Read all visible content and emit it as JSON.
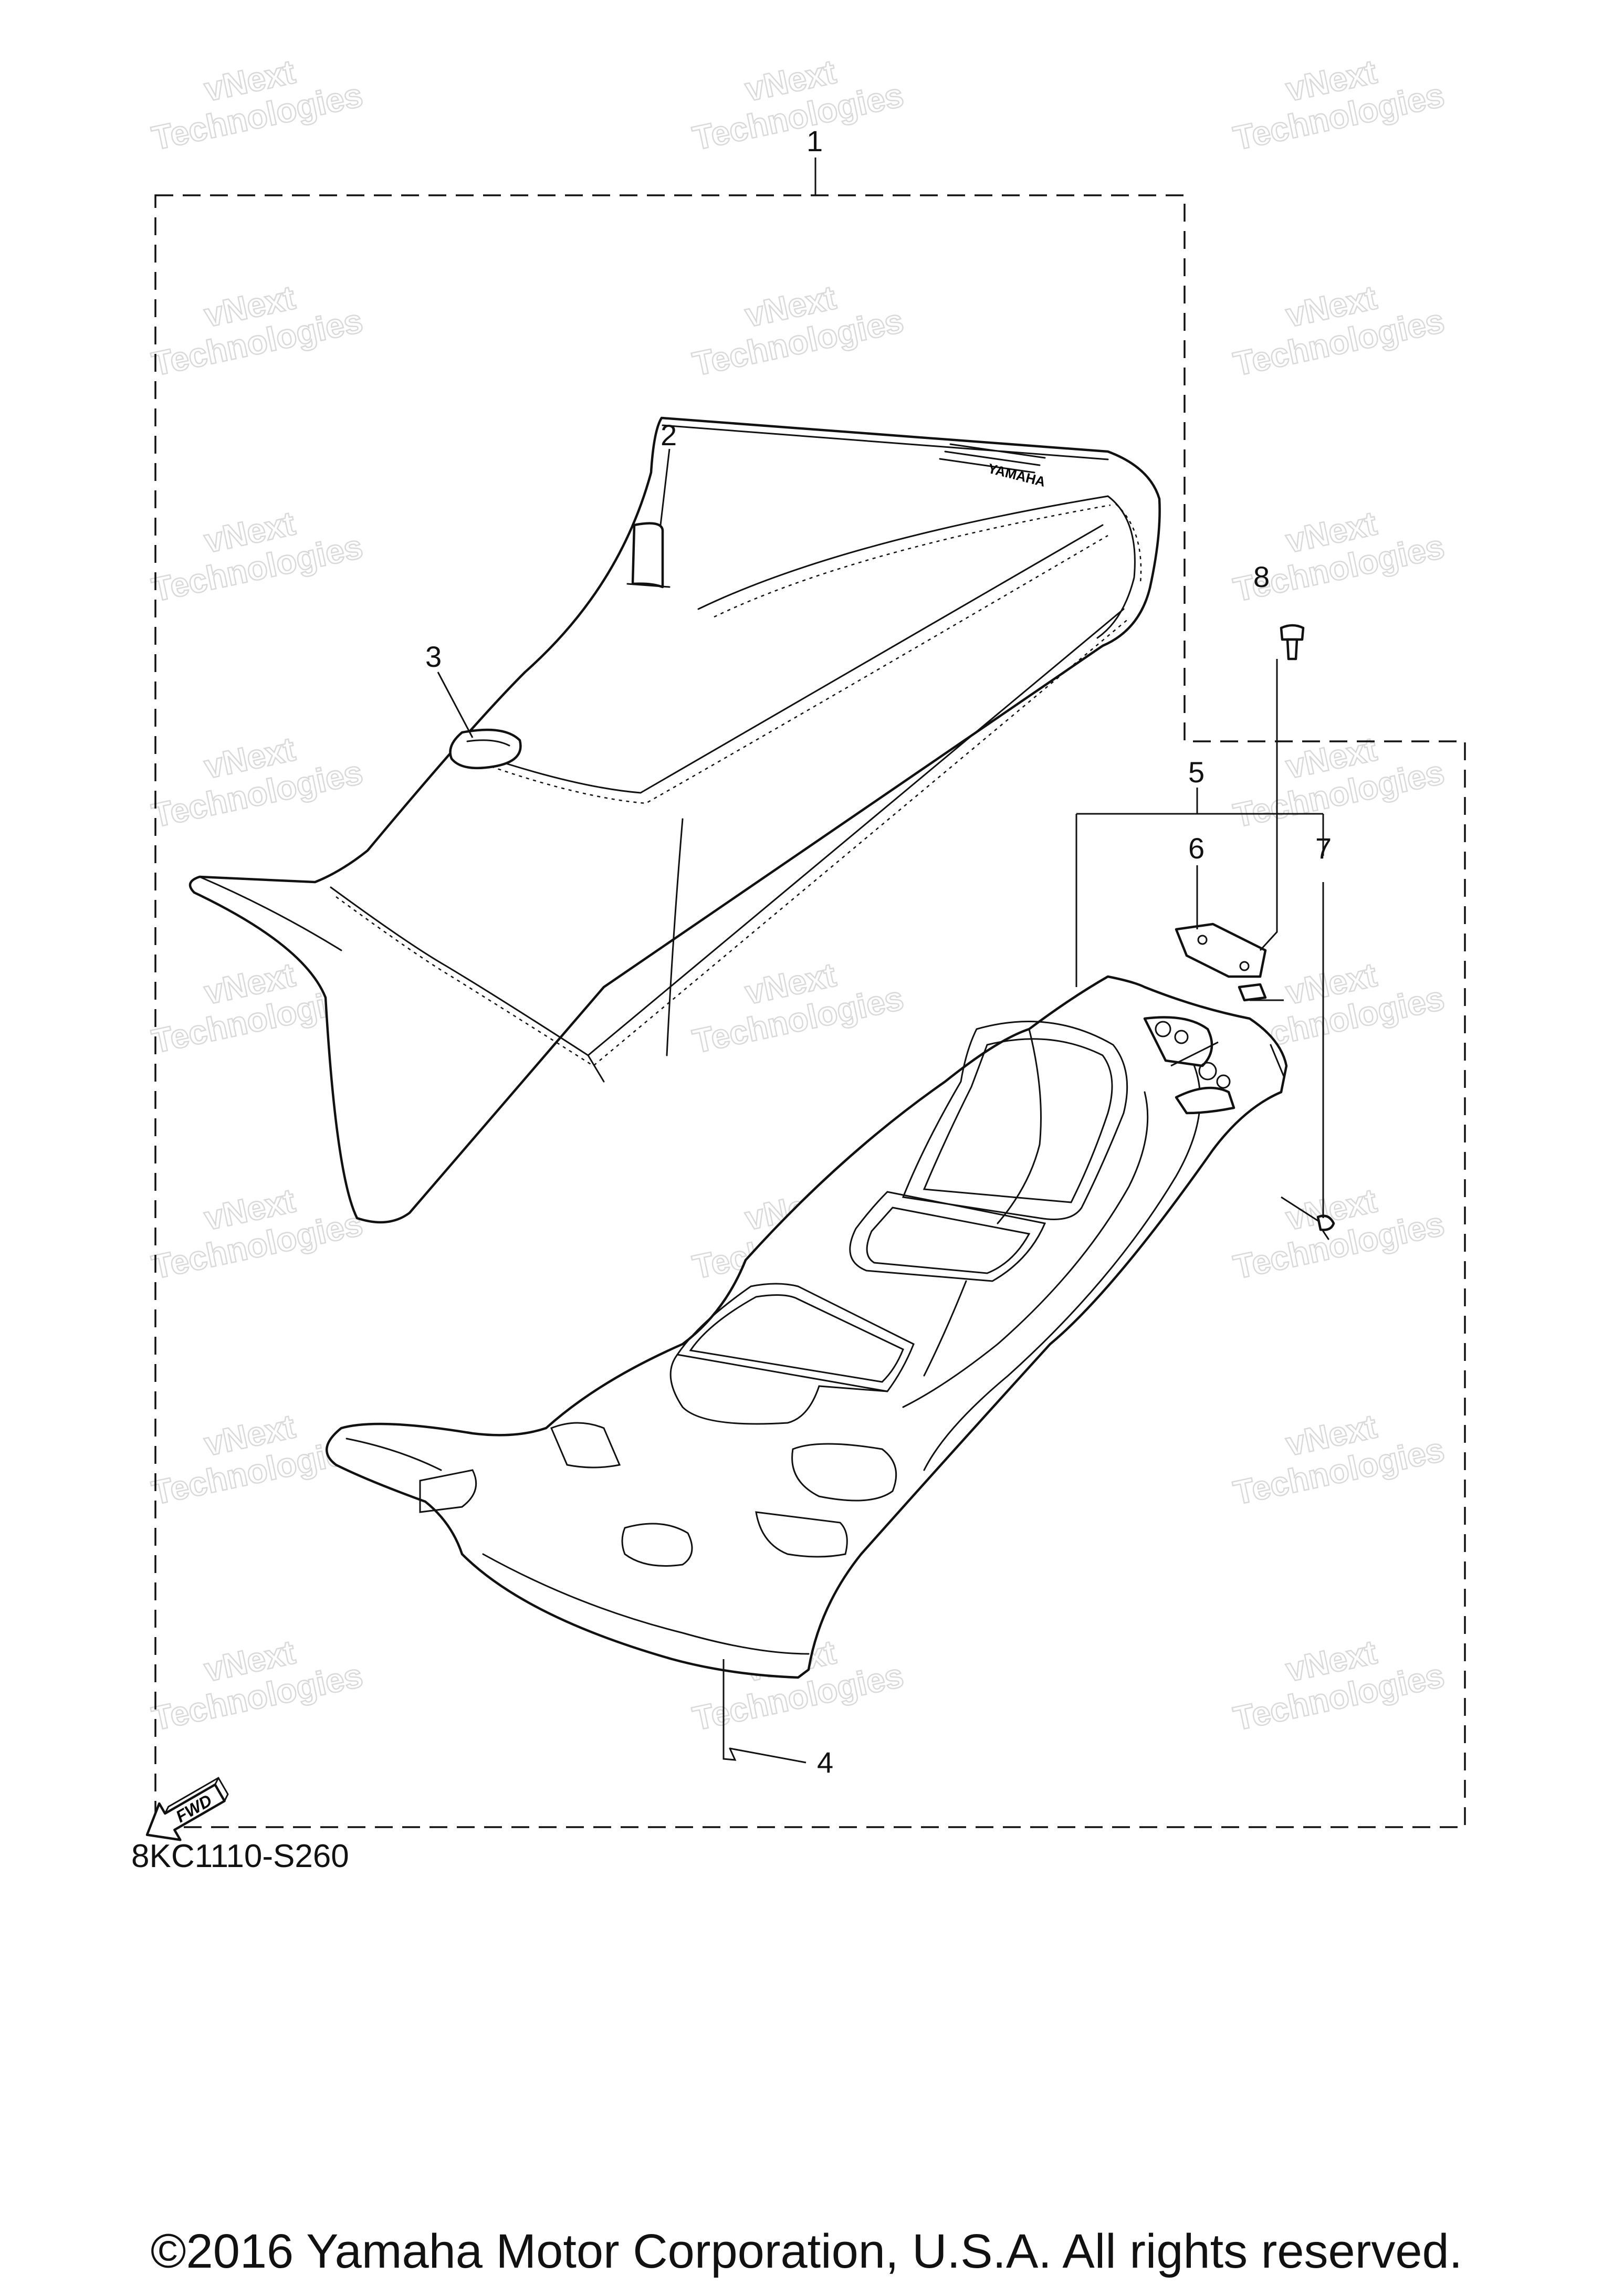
{
  "watermark": {
    "line1": "vNext",
    "line2": "Technologies"
  },
  "callouts": [
    {
      "id": "1",
      "label": "1"
    },
    {
      "id": "2",
      "label": "2"
    },
    {
      "id": "3",
      "label": "3"
    },
    {
      "id": "4",
      "label": "4"
    },
    {
      "id": "5",
      "label": "5"
    },
    {
      "id": "6",
      "label": "6"
    },
    {
      "id": "7",
      "label": "7"
    },
    {
      "id": "8",
      "label": "8"
    }
  ],
  "fwd_label": "FWD",
  "seat_logo": "YAMAHA",
  "diagram_code": "8KC1110-S260",
  "copyright": "©2016 Yamaha Motor Corporation, U.S.A. All rights reserved."
}
